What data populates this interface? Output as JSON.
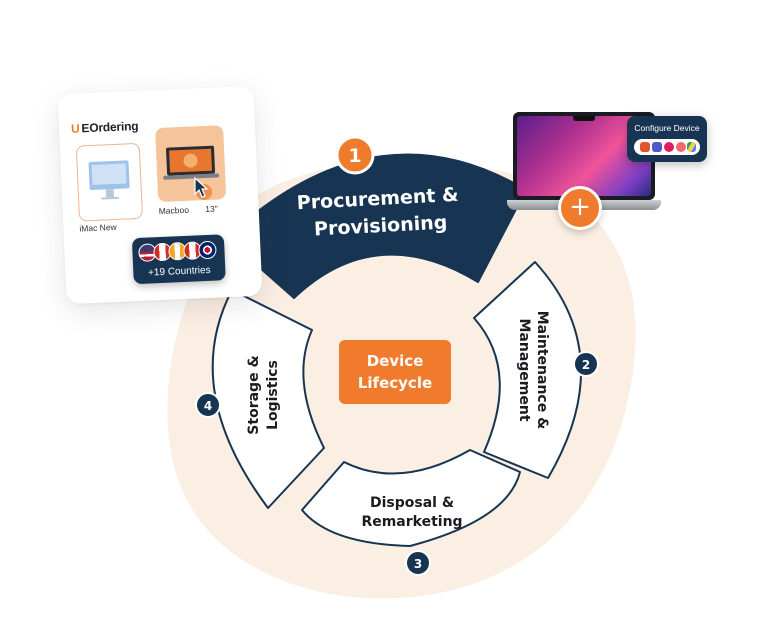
{
  "colors": {
    "navy": "#173552",
    "orange": "#f07b2c",
    "blob": "#fbeee2",
    "ring_stroke": "#173552",
    "segment_fill": "#ffffff"
  },
  "center": {
    "line1": "Device",
    "line2": "Lifecycle"
  },
  "stages": [
    {
      "number": "1",
      "line1": "Procurement &",
      "line2": "Provisioning",
      "style": "dark"
    },
    {
      "number": "2",
      "line1": "Maintenance &",
      "line2": "Management",
      "style": "light"
    },
    {
      "number": "3",
      "line1": "Disposal &",
      "line2": "Remarketing",
      "style": "light"
    },
    {
      "number": "4",
      "line1": "Storage &",
      "line2": "Logistics",
      "style": "light"
    }
  ],
  "eordering_card": {
    "logo_mark": "U",
    "logo_text": "EOrdering",
    "products": [
      {
        "label": "iMac New",
        "icon": "imac-icon"
      },
      {
        "label": "Macboo",
        "size_label": "13\"",
        "icon": "macbook-icon"
      }
    ],
    "countries_label": "+19 Countries",
    "flag_icons": [
      "us-flag-icon",
      "ca-flag-icon",
      "ca-flag-icon",
      "uk-flag-icon"
    ]
  },
  "config_card": {
    "title": "Configure Device",
    "app_icons": [
      "office-icon",
      "teams-icon",
      "slack-icon",
      "asana-icon",
      "drive-icon"
    ]
  },
  "plus_label": "+"
}
